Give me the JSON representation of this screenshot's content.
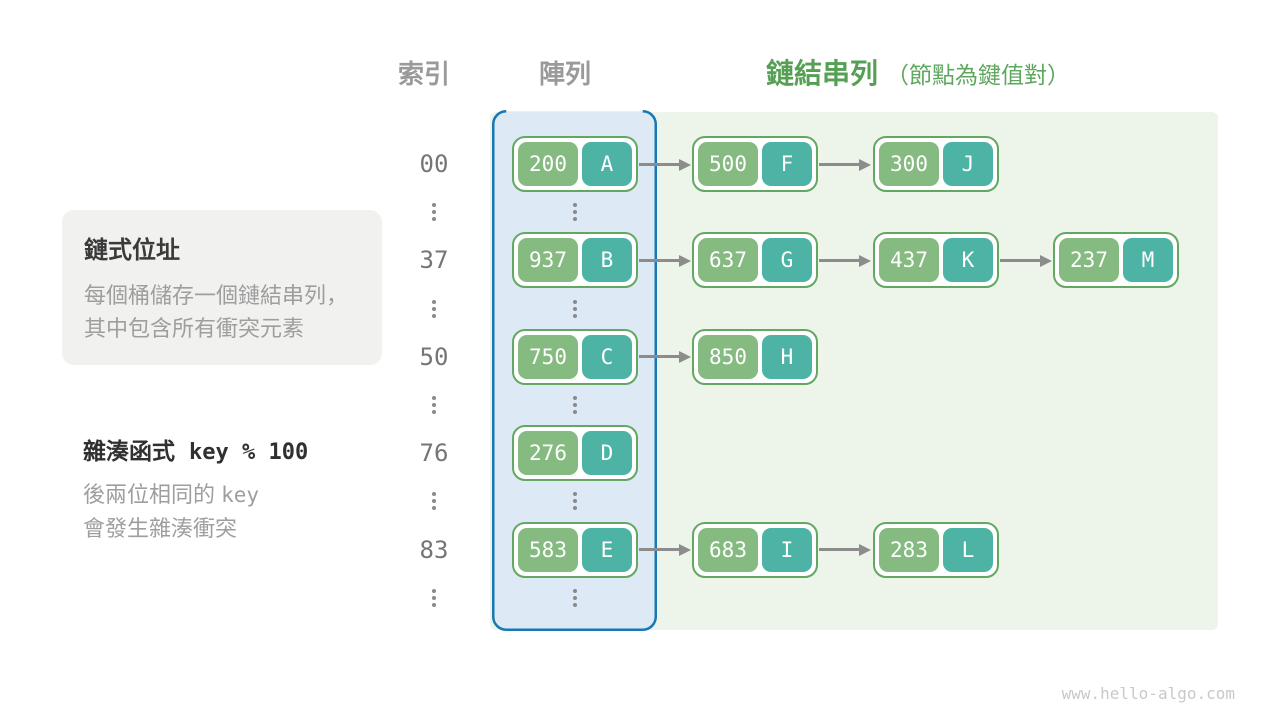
{
  "headers": {
    "index": "索引",
    "array": "陣列",
    "linked_list": "鏈結串列",
    "linked_list_note": "（節點為鍵值對）"
  },
  "callouts": {
    "chaining": {
      "title": "鏈式位址",
      "lines": [
        "每個桶儲存一個鏈結串列，",
        "其中包含所有衝突元素"
      ]
    },
    "hash_function": {
      "label": "雜湊函式",
      "formula": "key % 100",
      "note_line1_text": "後兩位相同的",
      "note_line1_code": "key",
      "note_line2": "會發生雜湊衝突"
    }
  },
  "diagram": {
    "rows": [
      {
        "index": "00",
        "bucket": {
          "key": "200",
          "value": "A"
        },
        "chain": [
          {
            "key": "500",
            "value": "F"
          },
          {
            "key": "300",
            "value": "J"
          }
        ]
      },
      {
        "index": "37",
        "bucket": {
          "key": "937",
          "value": "B"
        },
        "chain": [
          {
            "key": "637",
            "value": "G"
          },
          {
            "key": "437",
            "value": "K"
          },
          {
            "key": "237",
            "value": "M"
          }
        ]
      },
      {
        "index": "50",
        "bucket": {
          "key": "750",
          "value": "C"
        },
        "chain": [
          {
            "key": "850",
            "value": "H"
          }
        ]
      },
      {
        "index": "76",
        "bucket": {
          "key": "276",
          "value": "D"
        },
        "chain": []
      },
      {
        "index": "83",
        "bucket": {
          "key": "583",
          "value": "E"
        },
        "chain": [
          {
            "key": "683",
            "value": "I"
          },
          {
            "key": "283",
            "value": "L"
          }
        ]
      }
    ],
    "colors": {
      "key_green": "#85ba80",
      "value_teal": "#4db4a5",
      "node_border": "#63a763",
      "array_fill": "#dde9f5",
      "array_border": "#1878b4",
      "list_fill": "#edf4ea",
      "arrow_gray": "#8c8c8c"
    }
  },
  "watermark": "www.hello-algo.com"
}
